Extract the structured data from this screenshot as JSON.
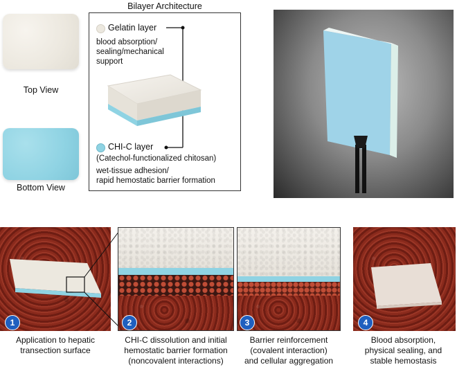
{
  "top_row": {
    "top_view_label": "Top View",
    "bottom_view_label": "Bottom View",
    "architecture": {
      "title": "Bilayer Architecture",
      "gelatin": {
        "name": "Gelatin layer",
        "description_line1": "blood absorption/",
        "description_line2": "sealing/mechanical",
        "description_line3": "support",
        "dot_color": "#ece8df"
      },
      "chic": {
        "name": "CHI-C layer",
        "subtitle": "(Catechol-functionalized chitosan)",
        "description_line1": "wet-tissue adhesion/",
        "description_line2": "rapid hemostatic barrier formation",
        "dot_color": "#8fd3e3"
      }
    }
  },
  "steps": [
    {
      "number": "1",
      "line1": "Application to hepatic",
      "line2": "transection surface",
      "line3": ""
    },
    {
      "number": "2",
      "line1": "CHI-C dissolution and initial",
      "line2": "hemostatic barrier formation",
      "line3": "(noncovalent interactions)"
    },
    {
      "number": "3",
      "line1": "Barrier reinforcement",
      "line2": "(covalent interaction)",
      "line3": "and cellular aggregation"
    },
    {
      "number": "4",
      "line1": "Blood absorption,",
      "line2": "physical sealing, and",
      "line3": "stable hemostasis"
    }
  ],
  "colors": {
    "gelatin": "#ece8df",
    "chic": "#8fd3e3",
    "badge": "#1f5fbf",
    "tissue": "#8a2a1c"
  }
}
